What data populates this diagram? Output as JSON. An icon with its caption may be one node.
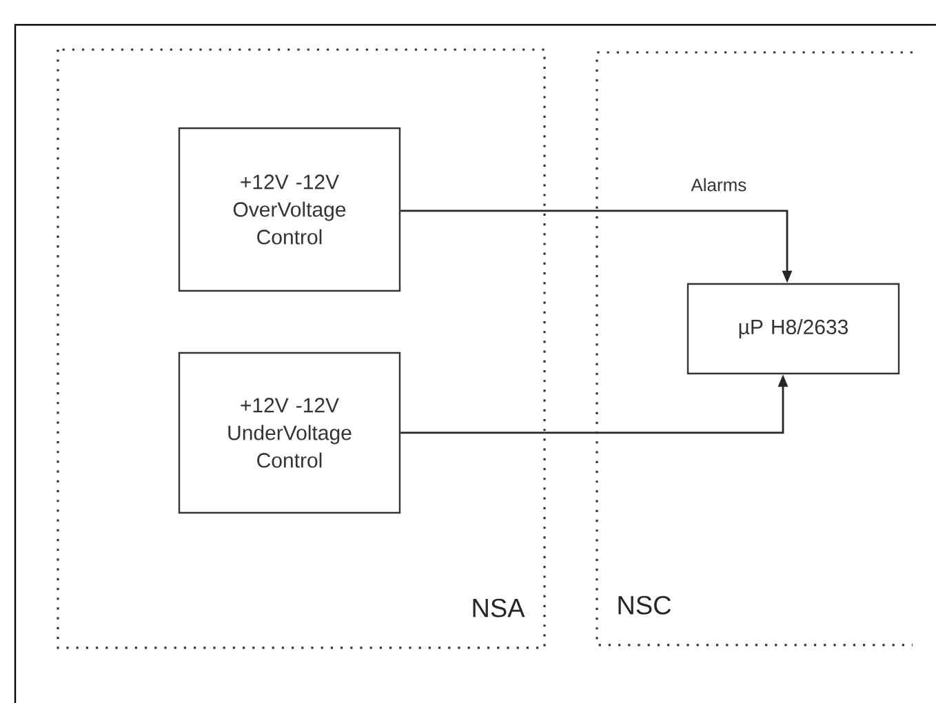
{
  "diagram": {
    "nodes": [
      {
        "text": [
          "NSA"
        ]
      },
      {
        "text": [
          "NSC"
        ]
      },
      {
        "text": [
          "+12V  -12V OverVoltage Control"
        ],
        "in": 0
      },
      {
        "text": [
          "+12V  -12V UnderVoltage Control"
        ],
        "in": 0
      },
      {
        "text": [
          "µP H8/2633"
        ],
        "in": 1
      }
    ],
    "edges": [
      {
        "from": 2,
        "to": 4,
        "arrow": "to",
        "label": "Alarms"
      },
      {
        "from": 3,
        "to": 4,
        "arrow": "to"
      }
    ]
  }
}
